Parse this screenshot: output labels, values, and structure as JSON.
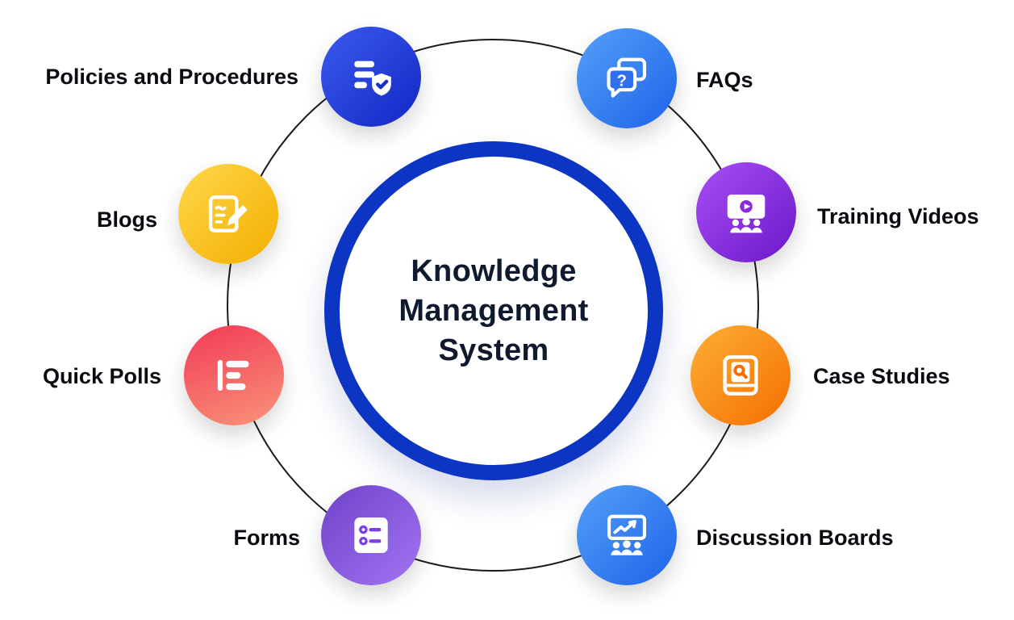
{
  "diagram_title": "Knowledge Management System",
  "center": {
    "lines": [
      "Knowledge",
      "Management",
      "System"
    ],
    "ring_color": "#0b35c2",
    "text_color": "#101a2e"
  },
  "ring_color": "#1b1b1b",
  "nodes": [
    {
      "label": "Policies and Procedures",
      "icon": "document-shield-check-icon",
      "side": "left",
      "colors": [
        "#3b5bef",
        "#1227c4"
      ]
    },
    {
      "label": "FAQs",
      "icon": "faq-chat-question-icon",
      "side": "right",
      "colors": [
        "#53a0f8",
        "#1e63e9"
      ]
    },
    {
      "label": "Blogs",
      "icon": "blog-note-pencil-icon",
      "side": "left",
      "colors": [
        "#ffd84b",
        "#f3ae00"
      ]
    },
    {
      "label": "Training Videos",
      "icon": "training-video-presentation-icon",
      "side": "right",
      "colors": [
        "#a94ef5",
        "#6a18ca"
      ]
    },
    {
      "label": "Quick Polls",
      "icon": "poll-bars-icon",
      "side": "left",
      "colors": [
        "#f23a57",
        "#f99478"
      ]
    },
    {
      "label": "Case Studies",
      "icon": "case-study-book-search-icon",
      "side": "right",
      "colors": [
        "#fcaf35",
        "#f56f00"
      ]
    },
    {
      "label": "Forms",
      "icon": "form-checklist-icon",
      "side": "left",
      "colors": [
        "#6f42c9",
        "#a175f2"
      ]
    },
    {
      "label": "Discussion Boards",
      "icon": "discussion-board-chart-icon",
      "side": "right",
      "colors": [
        "#53a0f8",
        "#1e63e9"
      ]
    }
  ]
}
